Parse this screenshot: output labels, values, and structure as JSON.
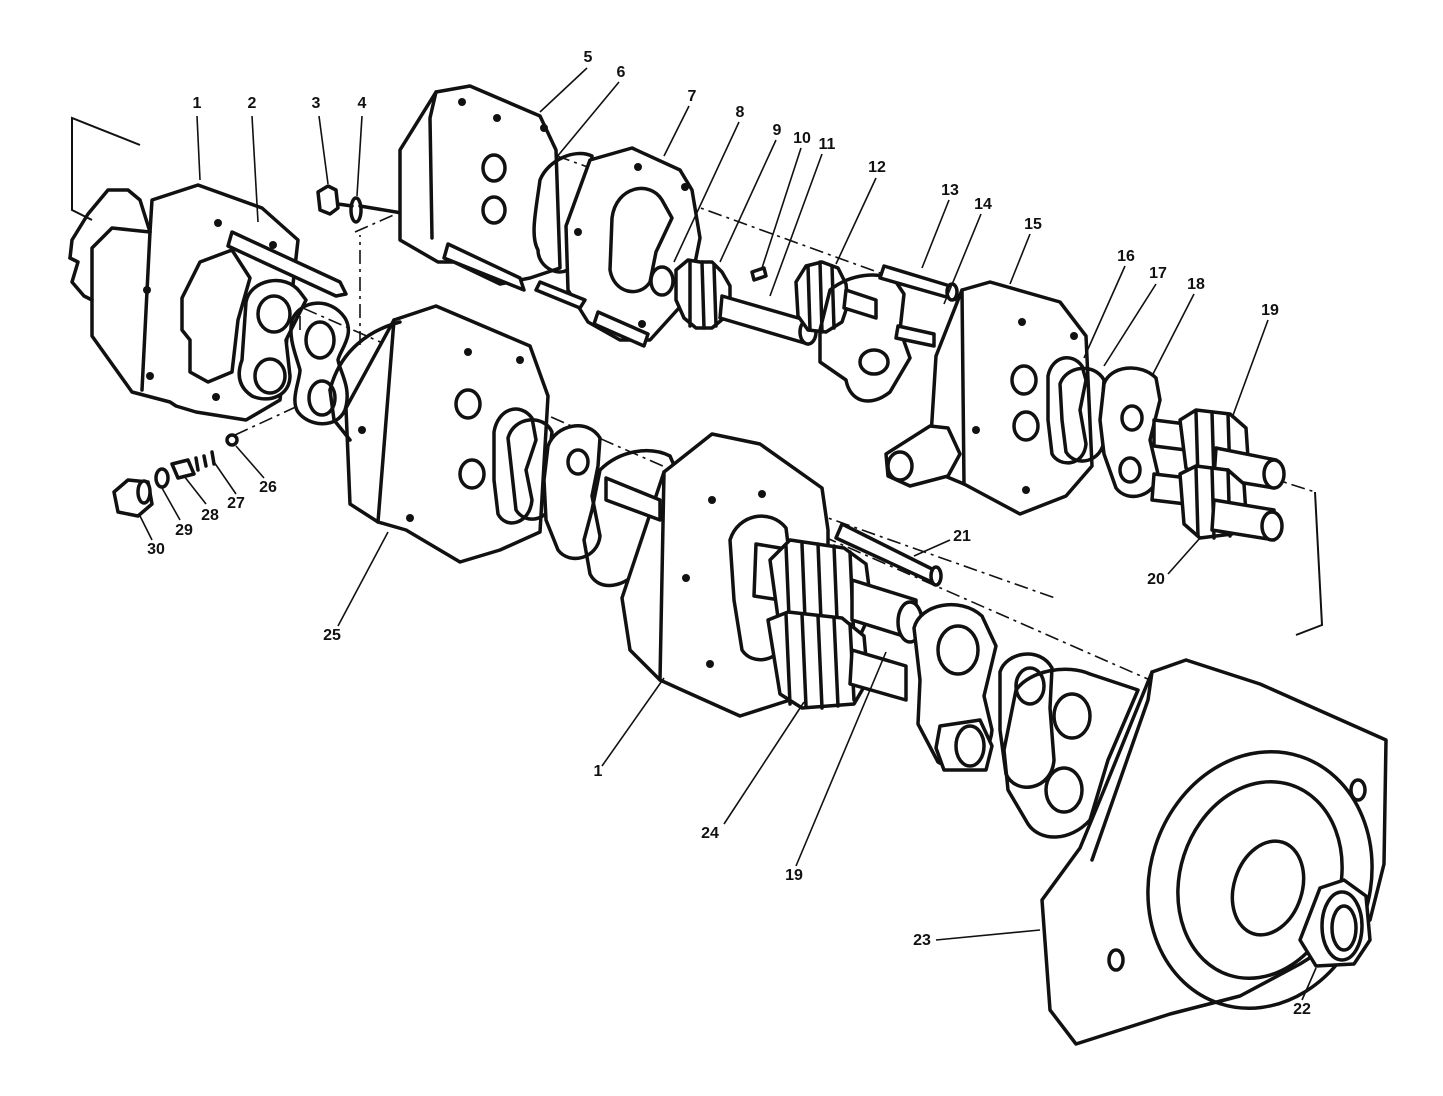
{
  "callouts": [
    {
      "id": "c1a",
      "text": "1"
    },
    {
      "id": "c2",
      "text": "2"
    },
    {
      "id": "c3",
      "text": "3"
    },
    {
      "id": "c4",
      "text": "4"
    },
    {
      "id": "c5",
      "text": "5"
    },
    {
      "id": "c6",
      "text": "6"
    },
    {
      "id": "c7",
      "text": "7"
    },
    {
      "id": "c8",
      "text": "8"
    },
    {
      "id": "c9",
      "text": "9"
    },
    {
      "id": "c10",
      "text": "10"
    },
    {
      "id": "c11",
      "text": "11"
    },
    {
      "id": "c12",
      "text": "12"
    },
    {
      "id": "c13",
      "text": "13"
    },
    {
      "id": "c14",
      "text": "14"
    },
    {
      "id": "c15",
      "text": "15"
    },
    {
      "id": "c16",
      "text": "16"
    },
    {
      "id": "c17",
      "text": "17"
    },
    {
      "id": "c18",
      "text": "18"
    },
    {
      "id": "c19a",
      "text": "19"
    },
    {
      "id": "c20",
      "text": "20"
    },
    {
      "id": "c21",
      "text": "21"
    },
    {
      "id": "c22",
      "text": "22"
    },
    {
      "id": "c23",
      "text": "23"
    },
    {
      "id": "c24",
      "text": "24"
    },
    {
      "id": "c25",
      "text": "25"
    },
    {
      "id": "c26",
      "text": "26"
    },
    {
      "id": "c27",
      "text": "27"
    },
    {
      "id": "c28",
      "text": "28"
    },
    {
      "id": "c29",
      "text": "29"
    },
    {
      "id": "c30",
      "text": "30"
    },
    {
      "id": "c1b",
      "text": "1"
    },
    {
      "id": "c19b",
      "text": "19"
    }
  ]
}
